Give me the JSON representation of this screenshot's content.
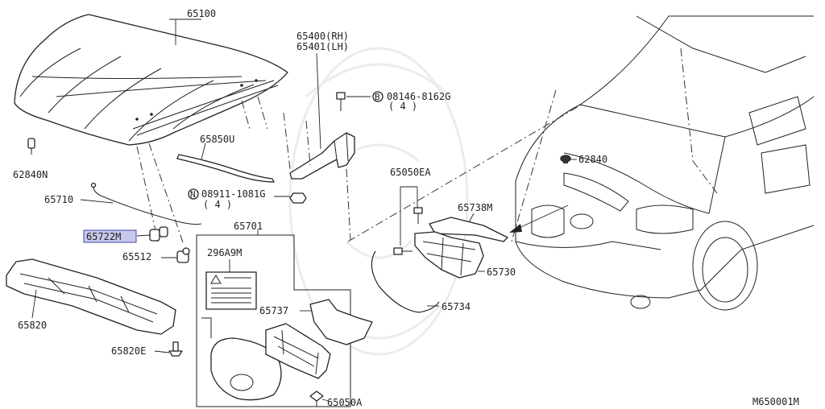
{
  "labels": {
    "hood": "65100",
    "hinge_rh": "65400(RH)",
    "hinge_lh": "65401(LH)",
    "bolt_b": "08146-8162G",
    "bolt_b_qty": "( 4 )",
    "clip": "62840N",
    "seal_rod": "65850U",
    "stay_rod": "65710",
    "nut_n": "08911-1081G",
    "nut_n_qty": "( 4 )",
    "clamp": "65722M",
    "stay_grommet": "65512",
    "insulator": "65820",
    "insulator_clip": "65820E",
    "lock_assy": "65701",
    "label_plate": "296A9M",
    "lock_bracket": "65737",
    "lock_bolt": "65050A",
    "screw": "65050EA",
    "cover": "65738M",
    "hood_lock": "65730",
    "cable": "65734",
    "bumper_stop": "62840",
    "diagram_id": "M650001M"
  },
  "badges": {
    "b": "B",
    "n": "N"
  },
  "colors": {
    "line": "#222222",
    "highlight": "#c8c8ee",
    "background": "#ffffff"
  }
}
